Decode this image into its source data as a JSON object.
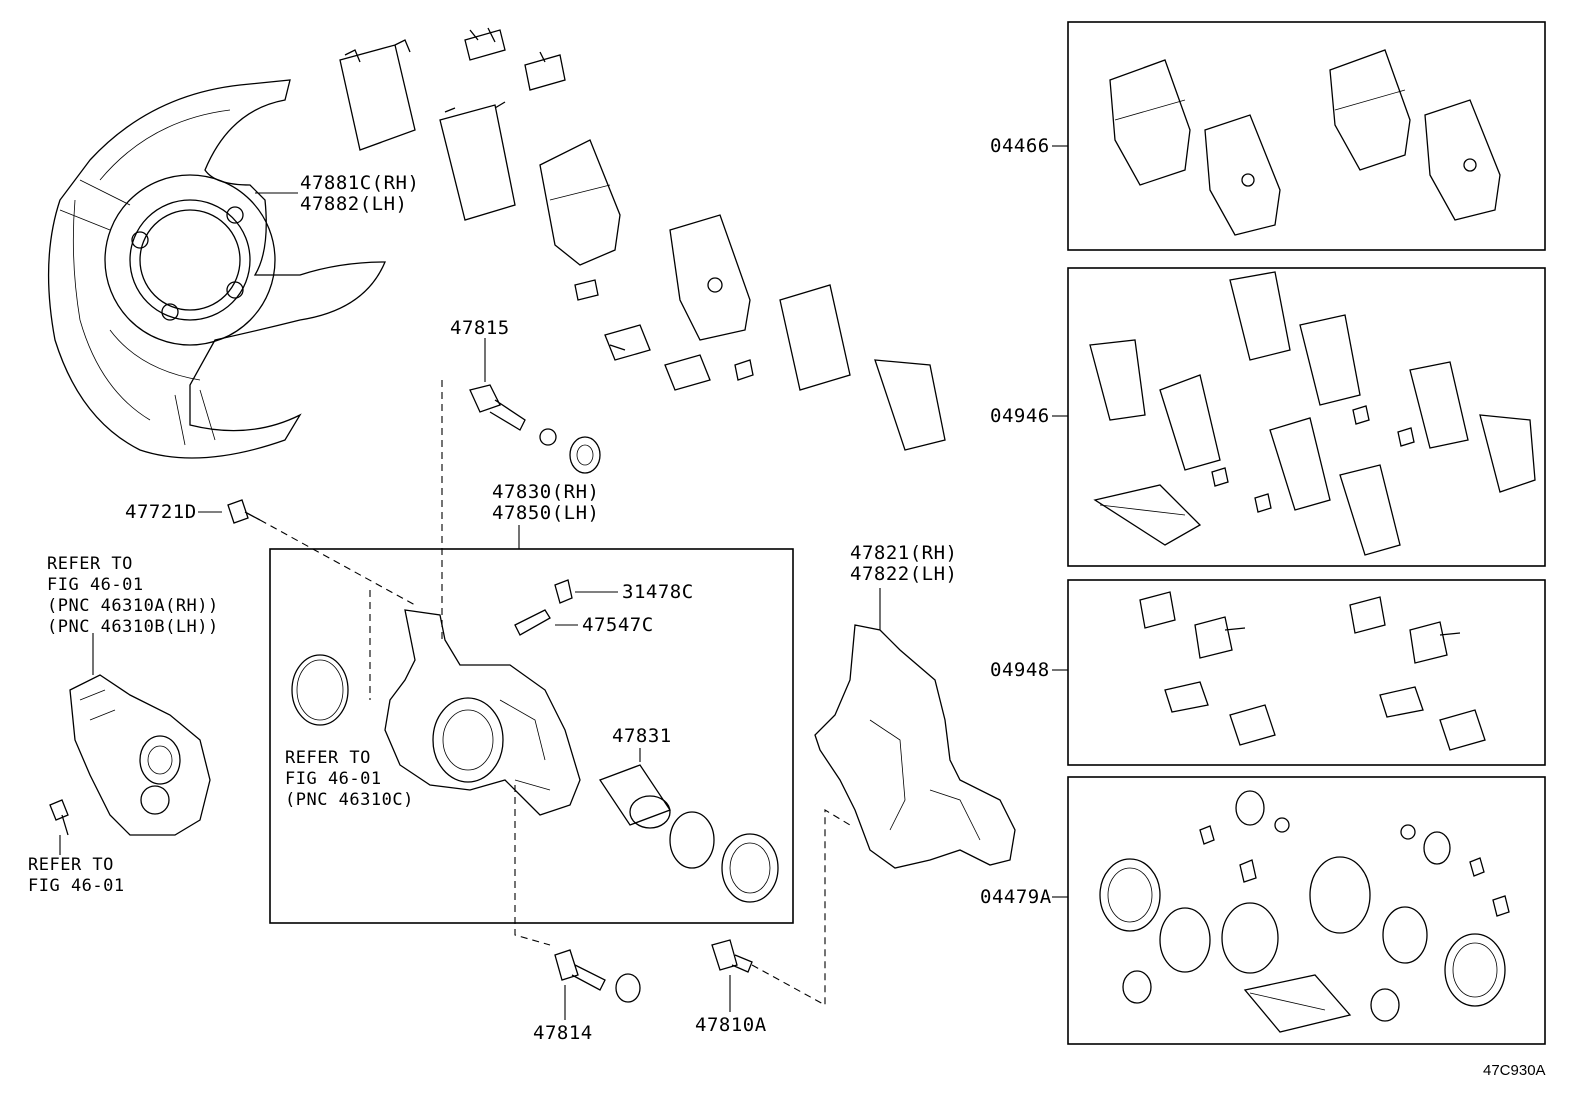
{
  "labels": {
    "p47881": "47881C(RH)\n47882(LH)",
    "p47815": "47815",
    "p47830": "47830(RH)\n47850(LH)",
    "p47721": "47721D",
    "refer_motor": "REFER TO\nFIG 46-01\n(PNC 46310A(RH))\n(PNC 46310B(LH))",
    "p31478": "31478C",
    "p47547": "47547C",
    "refer_seal": "REFER TO\nFIG 46-01\n(PNC 46310C)",
    "p47831": "47831",
    "refer_bolt": "REFER TO\nFIG 46-01",
    "p47821": "47821(RH)\n47822(LH)",
    "p47814": "47814",
    "p47810": "47810A",
    "p04466": "04466",
    "p04946": "04946",
    "p04948": "04948",
    "p04479": "04479A"
  },
  "figure_id": "47C930A"
}
